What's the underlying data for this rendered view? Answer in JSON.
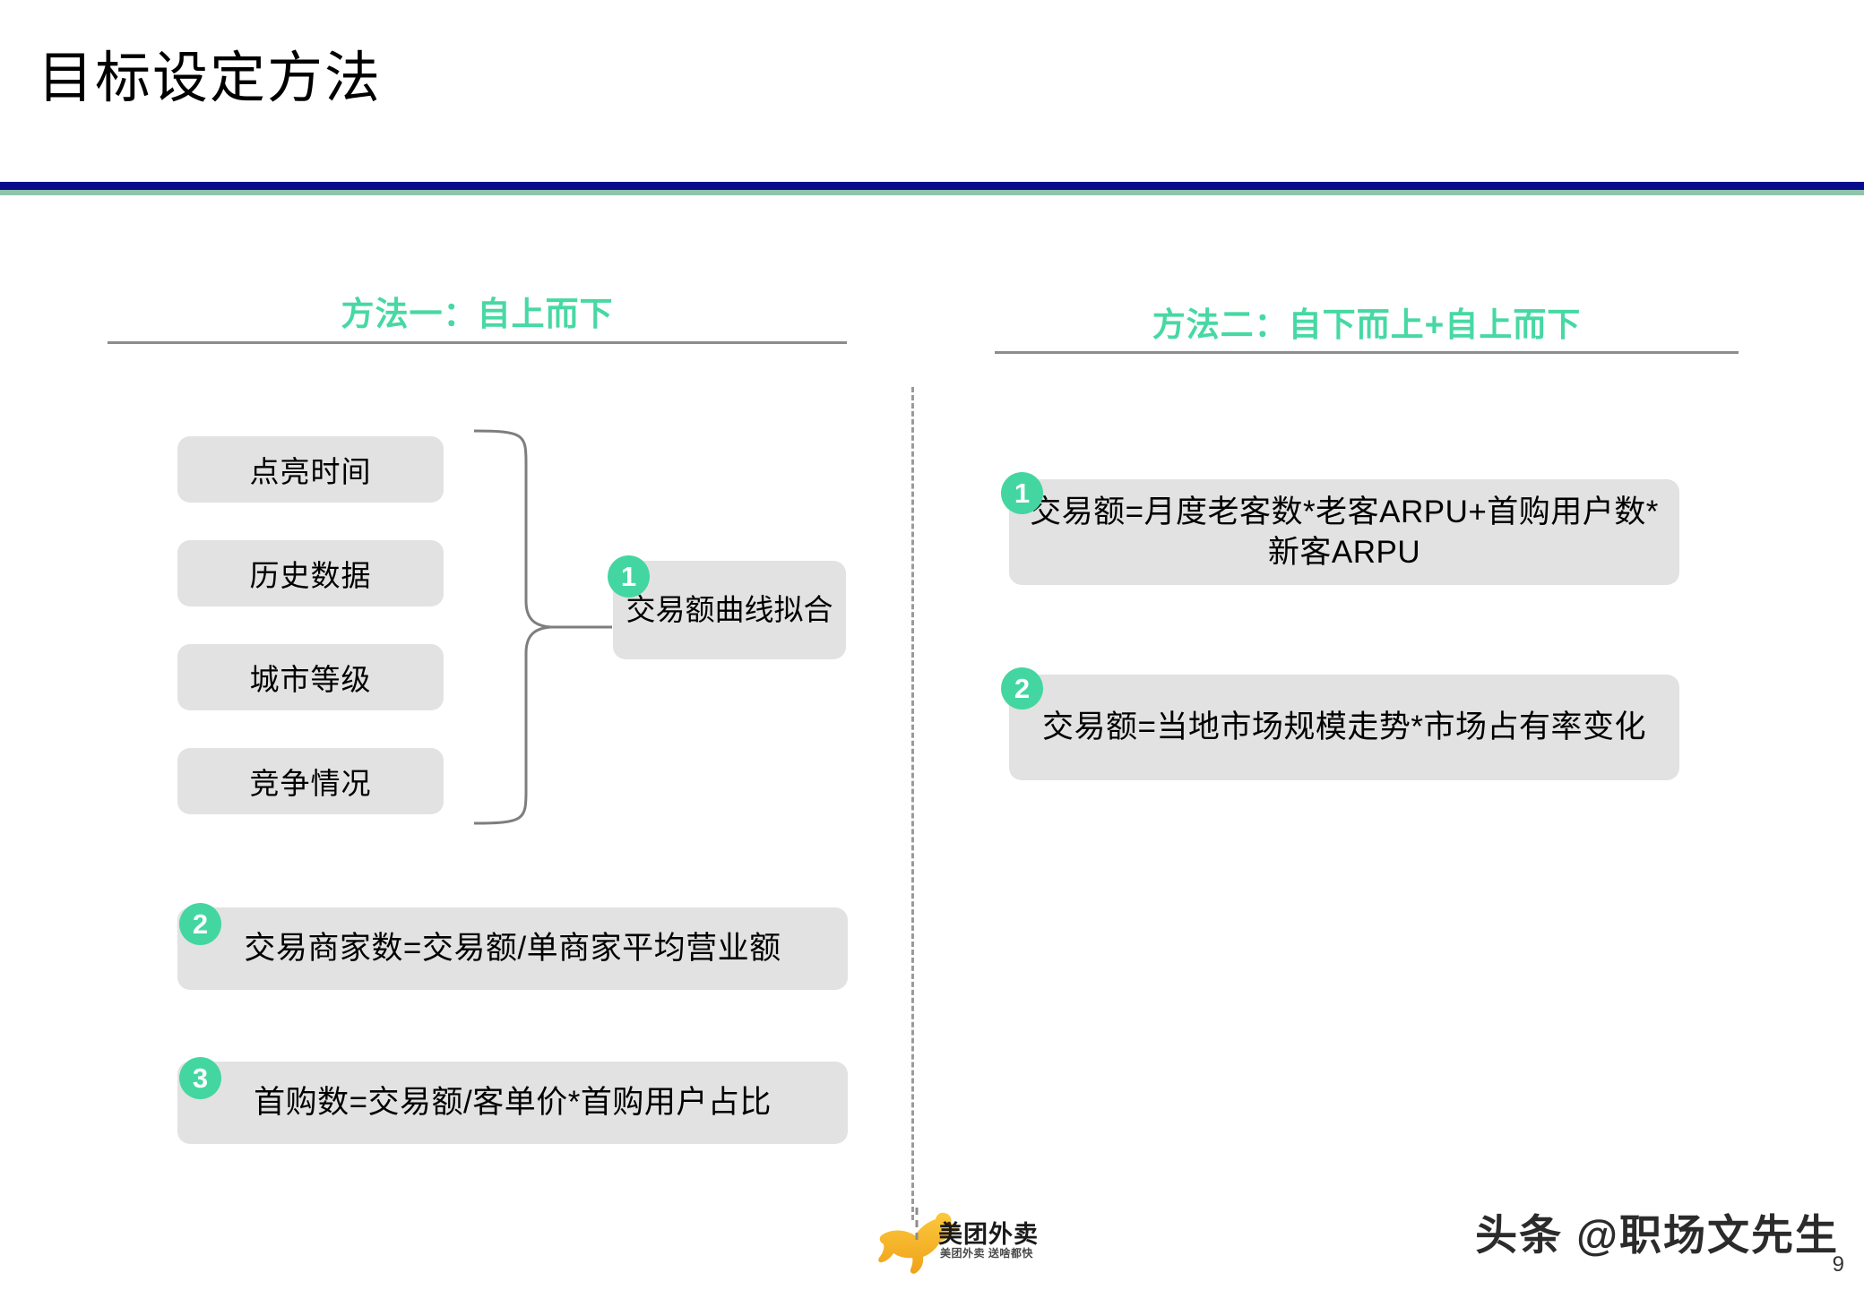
{
  "slide": {
    "title": "目标设定方法",
    "page_number": "9",
    "accent_green": "#47d8a3",
    "divider_navy": "#0b0b8e",
    "divider_sage": "#8fc4aa",
    "box_grey": "#e2e2e2"
  },
  "columns": {
    "left": {
      "heading": "方法一：自上而下",
      "factors": [
        {
          "label": "点亮时间"
        },
        {
          "label": "历史数据"
        },
        {
          "label": "城市等级"
        },
        {
          "label": "竞争情况"
        }
      ],
      "result": {
        "badge": "1",
        "label": "交易额曲线拟合"
      },
      "formulas": [
        {
          "badge": "2",
          "text": "交易商家数=交易额/单商家平均营业额"
        },
        {
          "badge": "3",
          "text": "首购数=交易额/客单价*首购用户占比"
        }
      ]
    },
    "right": {
      "heading": "方法二：自下而上+自上而下",
      "formulas": [
        {
          "badge": "1",
          "text": "交易额=月度老客数*老客ARPU+首购用户数*新客ARPU"
        },
        {
          "badge": "2",
          "text": "交易额=当地市场规模走势*市场占有率变化"
        }
      ]
    }
  },
  "footer": {
    "logo_name": "美团外卖",
    "logo_tagline": "美团外卖 送啥都快",
    "watermark": "头条 @职场文先生"
  }
}
